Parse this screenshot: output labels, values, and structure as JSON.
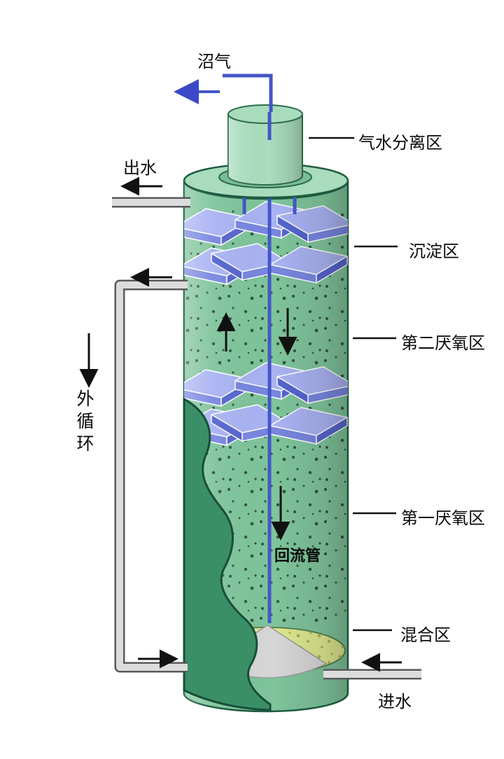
{
  "labels": {
    "biogas": "沼气",
    "gas_water_separation_zone": "气水分离区",
    "effluent": "出水",
    "settling_zone": "沉淀区",
    "second_anaerobic_zone": "第二厌氧区",
    "external_circulation": "外循环",
    "first_anaerobic_zone": "第一厌氧区",
    "return_pipe": "回流管",
    "mixing_zone": "混合区",
    "influent": "进水"
  },
  "colors": {
    "body_green": "#7fc49b",
    "body_green_light": "#a9dcbc",
    "top_cylinder_green": "#aaddbe",
    "ring_green": "#79bd95",
    "wall_dark_green": "#3b8f67",
    "outline_green": "#1e5c40",
    "separator_blue_light": "#a9b3f2",
    "separator_blue_mid": "#7886e0",
    "separator_blue_dark": "#5665cf",
    "pipe_blue": "#4456c8",
    "mixing_yellow": "#dde78e",
    "mixing_dot": "#aab35a",
    "cone_gray": "#d6d6d6",
    "pipe_gray": "#dcdcdc",
    "speckle": "#223c2e"
  }
}
